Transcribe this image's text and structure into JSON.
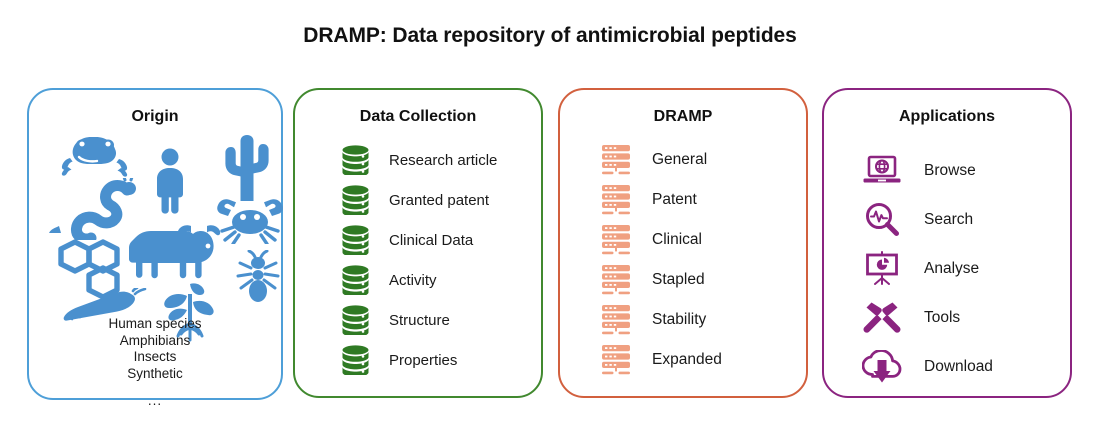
{
  "figure": {
    "title": "DRAMP: Data repository of antimicrobial peptides"
  },
  "colors": {
    "origin_border": "#4e9fd8",
    "origin_icon": "#4a90ce",
    "collection_border": "#41892f",
    "collection_icon": "#2f7a24",
    "dramp_border": "#d2603e",
    "dramp_icon": "#f0a081",
    "applications_border": "#8b2480",
    "applications_icon": "#8b2480",
    "text": "#1a1a1a",
    "background": "#ffffff"
  },
  "panels": {
    "origin": {
      "title": "Origin",
      "icons": [
        {
          "name": "frog-icon"
        },
        {
          "name": "human-icon"
        },
        {
          "name": "cactus-icon"
        },
        {
          "name": "snake-icon"
        },
        {
          "name": "crab-icon"
        },
        {
          "name": "molecule-icon"
        },
        {
          "name": "cow-icon"
        },
        {
          "name": "ant-icon"
        },
        {
          "name": "caterpillar-icon"
        },
        {
          "name": "plant-icon"
        }
      ],
      "list": [
        "Human species",
        "Amphibians",
        "Insects",
        "Synthetic"
      ],
      "ellipsis": "..."
    },
    "collection": {
      "title": "Data Collection",
      "icon_name": "database-icon",
      "items": [
        {
          "label": "Research article"
        },
        {
          "label": "Granted patent"
        },
        {
          "label": "Clinical Data"
        },
        {
          "label": "Activity"
        },
        {
          "label": "Structure"
        },
        {
          "label": "Properties"
        }
      ]
    },
    "dramp": {
      "title": "DRAMP",
      "icon_name": "server-rack-icon",
      "items": [
        {
          "label": "General"
        },
        {
          "label": "Patent"
        },
        {
          "label": "Clinical"
        },
        {
          "label": "Stapled"
        },
        {
          "label": "Stability"
        },
        {
          "label": "Expanded"
        }
      ]
    },
    "applications": {
      "title": "Applications",
      "items": [
        {
          "label": "Browse",
          "icon": "laptop-globe-icon"
        },
        {
          "label": "Search",
          "icon": "magnifier-pulse-icon"
        },
        {
          "label": "Analyse",
          "icon": "presentation-chart-icon"
        },
        {
          "label": "Tools",
          "icon": "crossed-hammers-icon"
        },
        {
          "label": "Download",
          "icon": "cloud-download-icon"
        }
      ]
    }
  }
}
